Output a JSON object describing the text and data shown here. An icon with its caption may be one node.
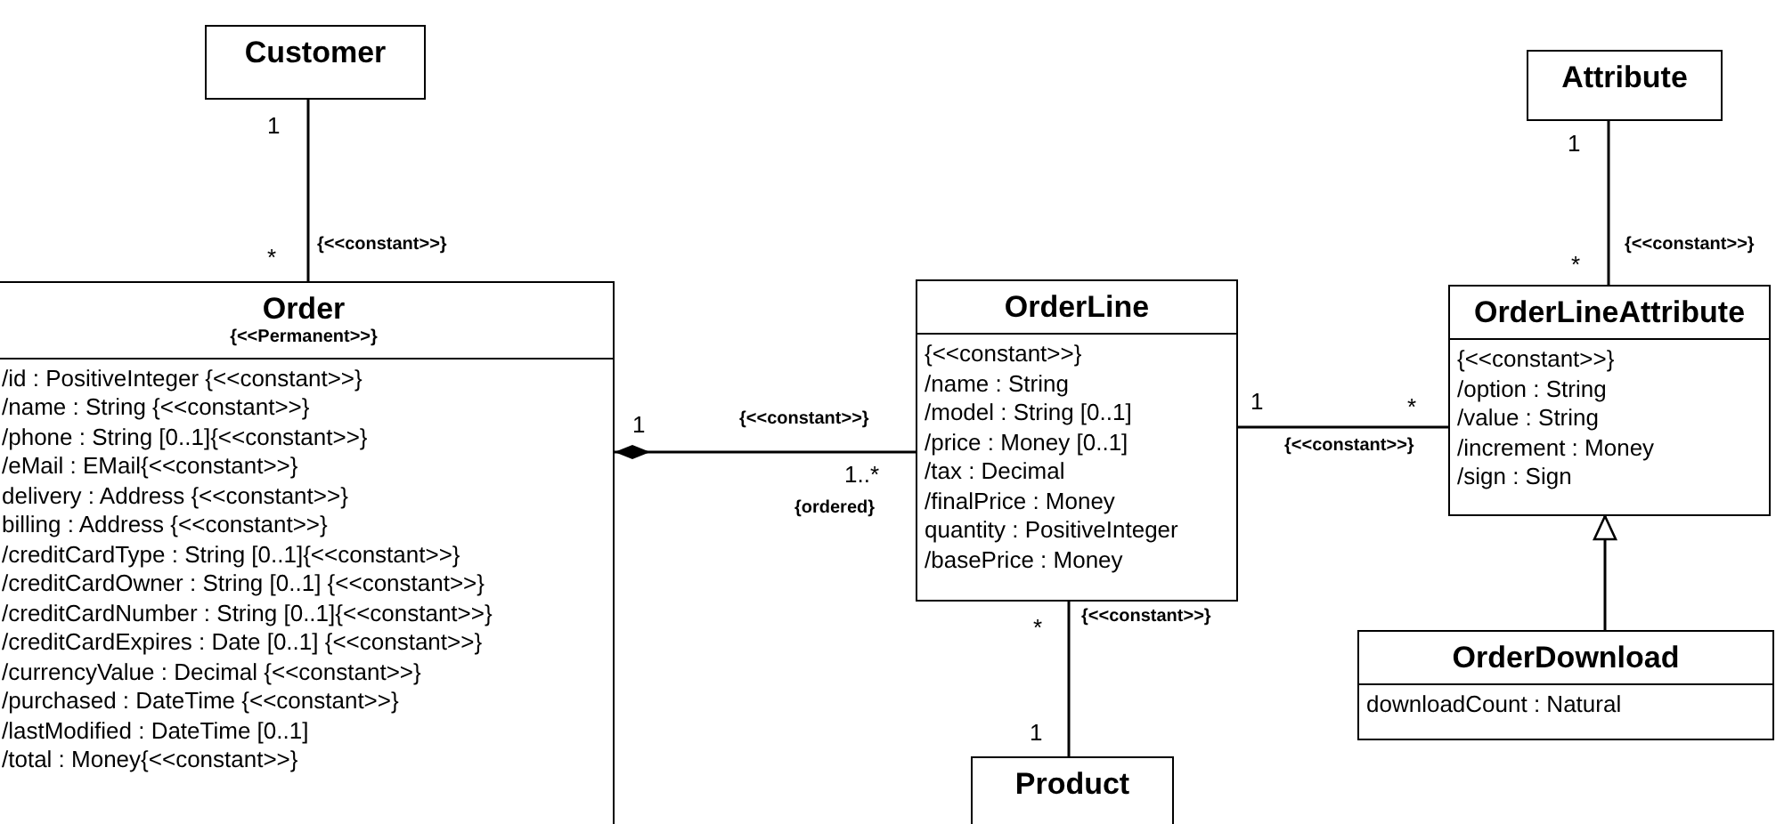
{
  "diagram": {
    "nodes": [
      {
        "text": [
          "Customer"
        ]
      },
      {
        "text": [
          "Attribute"
        ]
      },
      {
        "text": [
          "Order",
          "{<<Permanent>>}",
          "/id : PositiveInteger {<<constant>>}",
          "/name : String {<<constant>>}",
          "/phone : String [0..1]{<<constant>>}",
          "/eMail : EMail{<<constant>>}",
          "delivery : Address {<<constant>>}",
          "billing : Address {<<constant>>}",
          "/creditCardType : String [0..1]{<<constant>>}",
          "/creditCardOwner : String [0..1] {<<constant>>}",
          "/creditCardNumber : String [0..1]{<<constant>>}",
          "/creditCardExpires : Date [0..1] {<<constant>>}",
          "/currencyValue : Decimal {<<constant>>}",
          "/purchased : DateTime {<<constant>>}",
          "/lastModified : DateTime [0..1]",
          "/total : Money{<<constant>>}"
        ]
      },
      {
        "text": [
          "OrderLine",
          "{<<constant>>}",
          "/name : String",
          "/model : String [0..1]",
          "/price : Money [0..1]",
          "/tax : Decimal",
          "/finalPrice : Money",
          "quantity : PositiveInteger",
          "/basePrice : Money"
        ]
      },
      {
        "text": [
          "OrderLineAttribute",
          "{<<constant>>}",
          "/option : String",
          "/value : String",
          "/increment : Money",
          "/sign : Sign"
        ]
      },
      {
        "text": [
          "OrderDownload",
          "downloadCount : Natural"
        ]
      },
      {
        "text": [
          "Product"
        ]
      }
    ],
    "edges": [
      {
        "from": 0,
        "to": 2,
        "arrow": "none",
        "label": "{<<constant>>}"
      },
      {
        "from": 2,
        "to": 3,
        "arrow": "other",
        "label": "{<<constant>>}"
      },
      {
        "from": 3,
        "to": 4,
        "arrow": "none",
        "label": "{<<constant>>}"
      },
      {
        "from": 3,
        "to": 6,
        "arrow": "none",
        "label": "{<<constant>>}"
      },
      {
        "from": 1,
        "to": 4,
        "arrow": "none",
        "label": "{<<constant>>}"
      },
      {
        "from": 5,
        "to": 4,
        "arrow": "to"
      }
    ],
    "labels": [
      "1",
      "*",
      "1",
      "1..*",
      "{ordered}",
      "1",
      "*",
      "*",
      "1",
      "1",
      "*"
    ]
  }
}
